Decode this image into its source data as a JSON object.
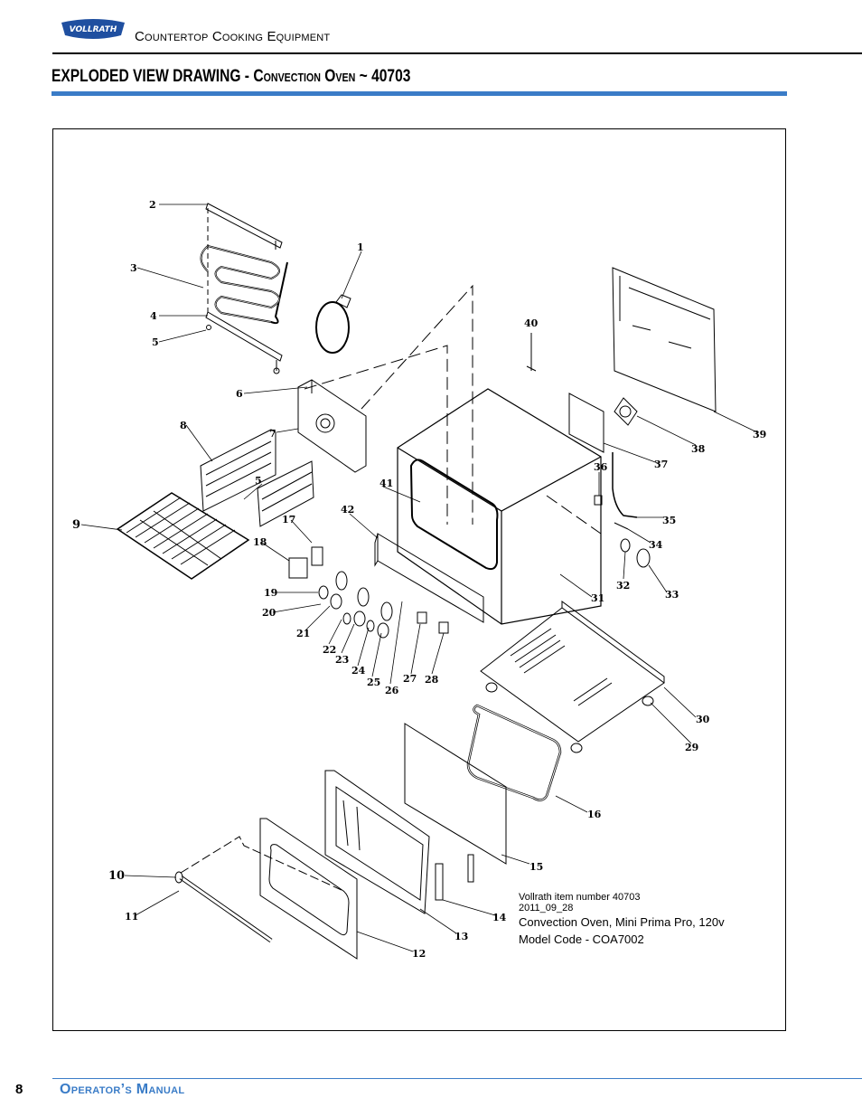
{
  "header": {
    "brand": "VOLLRATH",
    "title": "Countertop Cooking Equipment"
  },
  "section": {
    "title_main": "EXPLODED VIEW DRAWING - ",
    "title_sub": "Convection Oven",
    "title_tail": " ~ 40703"
  },
  "drawing": {
    "part_labels": [
      "1",
      "2",
      "3",
      "4",
      "5",
      "5",
      "6",
      "7",
      "8",
      "9",
      "10",
      "11",
      "12",
      "13",
      "14",
      "15",
      "16",
      "17",
      "18",
      "19",
      "20",
      "21",
      "22",
      "23",
      "24",
      "25",
      "26",
      "27",
      "28",
      "29",
      "30",
      "31",
      "32",
      "33",
      "34",
      "35",
      "36",
      "37",
      "38",
      "39",
      "40",
      "41",
      "42"
    ]
  },
  "caption": {
    "item_number": "Vollrath item number 40703",
    "date": "2011_09_28",
    "description": "Convection Oven, Mini Prima Pro, 120v",
    "model_code": "Model Code - COA7002"
  },
  "footer": {
    "page_number": "8",
    "title": "Operator’s Manual"
  },
  "colors": {
    "accent": "#3a7cc7",
    "logo_blue": "#1f4fa0"
  }
}
